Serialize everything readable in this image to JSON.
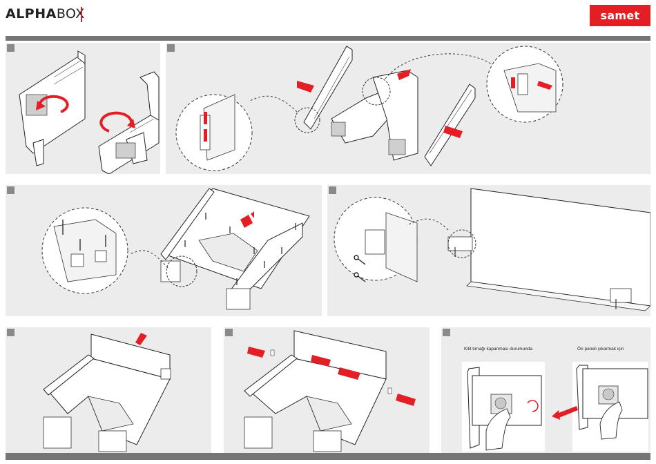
{
  "header": {
    "brand_bold": "ALPHA",
    "brand_light": "BOX",
    "logo_text": "samet"
  },
  "colors": {
    "accent": "#e31e24",
    "panel_bg": "#ececec",
    "bar": "#757575"
  },
  "step7": {
    "caption_left": "Kilit tırnağı kapanması durumunda",
    "caption_right": "Ön paneli çıkarmak için"
  }
}
